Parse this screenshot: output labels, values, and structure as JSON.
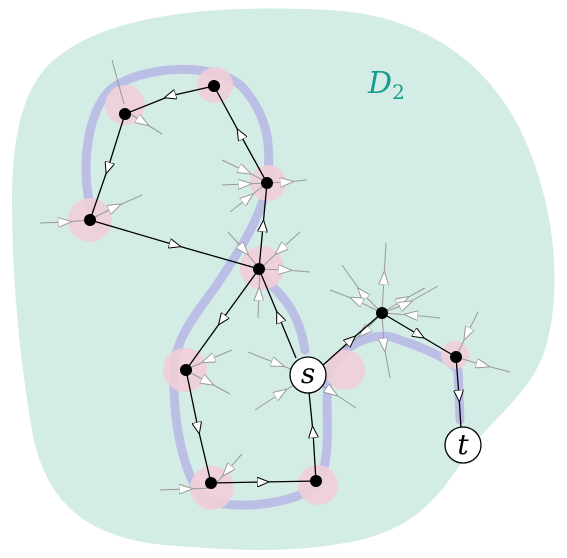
{
  "region": {
    "name": "D",
    "subscript": "2"
  },
  "terminals": {
    "source": "s",
    "target": "t"
  },
  "colors": {
    "region_fill": "#d4ece6",
    "path_halo": "#b9bde6",
    "vertex_halo": "#f1cfd9",
    "edge": "#000000",
    "stub": "#9a9a9a",
    "label": "#179c8c"
  }
}
